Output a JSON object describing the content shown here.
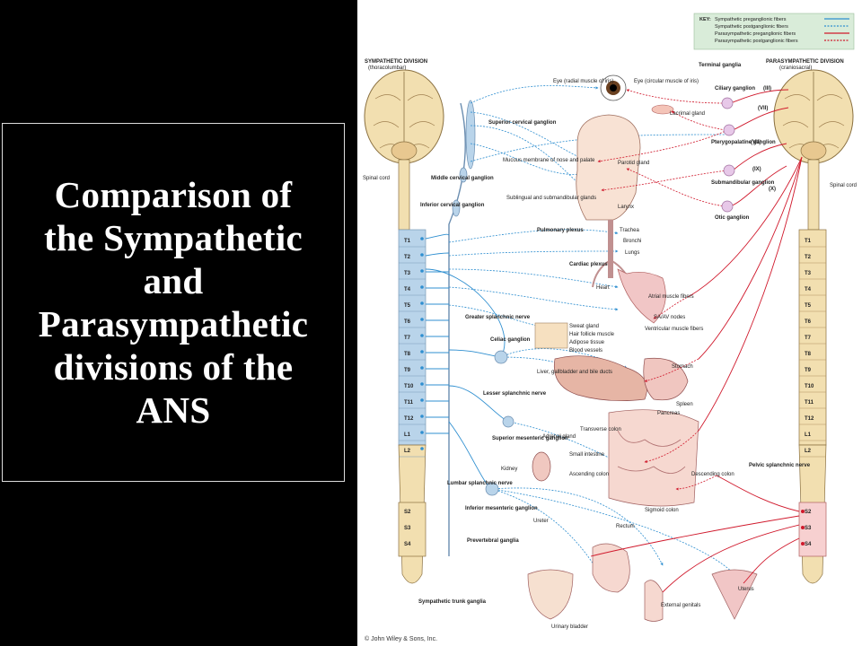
{
  "slide": {
    "title": "Comparison of\nthe Sympathetic\nand\nParasympathetic\ndivisions of the\nANS"
  },
  "diagram": {
    "key": {
      "heading": "KEY:",
      "items": [
        {
          "label": "Sympathetic preganglionic fibers",
          "color": "#2f8fd0",
          "dashed": false
        },
        {
          "label": "Sympathetic postganglionic fibers",
          "color": "#2f8fd0",
          "dashed": true
        },
        {
          "label": "Parasympathetic preganglionic fibers",
          "color": "#d0192c",
          "dashed": false
        },
        {
          "label": "Parasympathetic postganglionic fibers",
          "color": "#d0192c",
          "dashed": true
        }
      ]
    },
    "sympathetic_title": "SYMPATHETIC DIVISION",
    "sympathetic_sub": "(thoracolumbar)",
    "parasympathetic_title": "PARASYMPATHETIC DIVISION",
    "parasympathetic_sub": "(craniosacral)",
    "terminal_ganglia": "Terminal ganglia",
    "left_cord": {
      "spinal_cord": "Spinal cord",
      "segments": [
        "T1",
        "T2",
        "T3",
        "T4",
        "T5",
        "T6",
        "T7",
        "T8",
        "T9",
        "T10",
        "T11",
        "T12",
        "L1",
        "L2"
      ],
      "sacral": [
        "S2",
        "S3",
        "S4"
      ]
    },
    "right_cord": {
      "spinal_cord": "Spinal cord",
      "segments": [
        "T1",
        "T2",
        "T3",
        "T4",
        "T5",
        "T6",
        "T7",
        "T8",
        "T9",
        "T10",
        "T11",
        "T12",
        "L1",
        "L2"
      ],
      "sacral": [
        "S2",
        "S3",
        "S4"
      ]
    },
    "cranial_nerves": [
      "(III)",
      "(VII)",
      "(VII)",
      "(IX)",
      "(X)"
    ],
    "sympathetic_labels": {
      "superior_cervical": "Superior cervical ganglion",
      "middle_cervical": "Middle cervical ganglion",
      "inferior_cervical": "Inferior cervical ganglion",
      "greater_splanchnic": "Greater splanchnic nerve",
      "celiac": "Celiac ganglion",
      "lesser_splanchnic": "Lesser splanchnic nerve",
      "superior_mesenteric": "Superior mesenteric ganglion",
      "lumbar_splanchnic": "Lumbar splanchnic nerve",
      "inferior_mesenteric": "Inferior mesenteric ganglion",
      "prevertebral": "Prevertebral ganglia",
      "trunk_ganglia": "Sympathetic trunk ganglia",
      "pulmonary_plexus": "Pulmonary plexus",
      "cardiac_plexus": "Cardiac plexus"
    },
    "parasympathetic_labels": {
      "ciliary": "Ciliary ganglion",
      "pterygopalatine": "Pterygopalatine ganglion",
      "submandibular": "Submandibular ganglion",
      "otic": "Otic ganglion",
      "pelvic_splanchnic": "Pelvic splanchnic nerve"
    },
    "organs": {
      "eye_radial": "Eye (radial muscle of iris)",
      "eye_circular": "Eye (circular muscle of iris)",
      "lacrimal": "Lacrimal gland",
      "mucous": "Mucous membrane of nose and palate",
      "parotid": "Parotid gland",
      "sublingual": "Sublingual and submandibular glands",
      "larynx": "Larynx",
      "trachea": "Trachea",
      "bronchi": "Bronchi",
      "lungs": "Lungs",
      "heart": "Heart",
      "atrial": "Atrial muscle fibers",
      "sa_av": "SA/AV nodes",
      "ventricular": "Ventricular muscle fibers",
      "sweat": "Sweat gland",
      "hair": "Hair follicle muscle",
      "adipose": "Adipose tissue",
      "blood": "Blood vessels",
      "liver": "Liver, gallbladder and bile ducts",
      "stomach": "Stomach",
      "spleen": "Spleen",
      "pancreas": "Pancreas",
      "adrenal": "Adrenal gland",
      "kidney": "Kidney",
      "transverse": "Transverse colon",
      "small_int": "Small intestine",
      "ascending": "Ascending colon",
      "descending": "Descending colon",
      "ureter": "Ureter",
      "rectum": "Rectum",
      "sigmoid": "Sigmoid colon",
      "bladder": "Urinary bladder",
      "genitals": "External genitals",
      "uterus": "Uterus"
    },
    "copyright": "© John Wiley & Sons, Inc."
  }
}
